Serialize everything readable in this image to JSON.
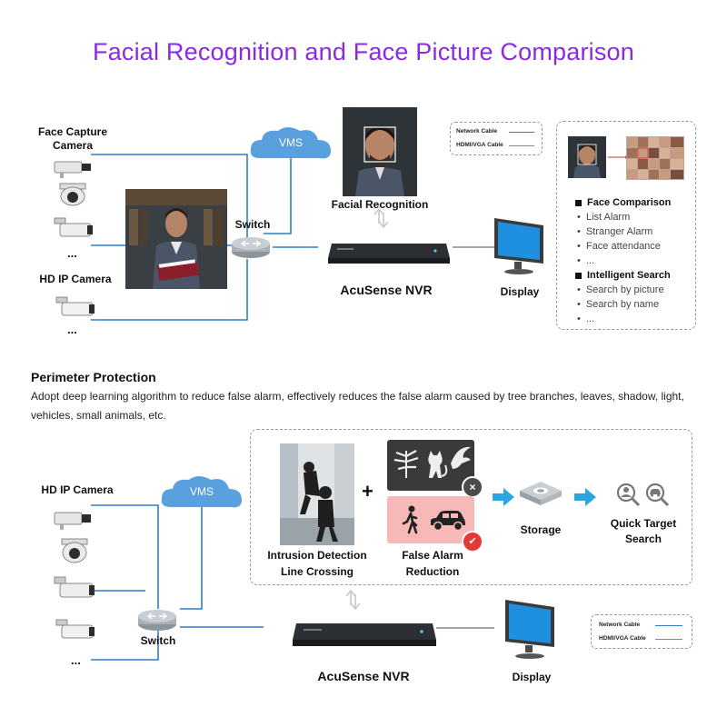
{
  "title": "Facial Recognition and Face Picture Comparison",
  "top": {
    "face_capture_camera": "Face Capture\nCamera",
    "hd_ip_camera": "HD IP Camera",
    "ellipsis": "...",
    "vms": "VMS",
    "switch": "Switch",
    "facial_recognition": "Facial Recognition",
    "nvr": "AcuSense NVR",
    "display": "Display",
    "legend": {
      "network_cable": "Network Cable",
      "hdmi_cable": "HDMI/VGA Cable"
    },
    "info": {
      "face_comparison": "Face Comparison",
      "face_items": [
        "List Alarm",
        "Stranger Alarm",
        "Face attendance",
        "..."
      ],
      "intelligent_search": "Intelligent Search",
      "search_items": [
        "Search by picture",
        "Search by name",
        "..."
      ]
    }
  },
  "perimeter": {
    "heading": "Perimeter Protection",
    "description": "Adopt deep learning algorithm to reduce false alarm, effectively reduces the false alarm caused by tree branches, leaves, shadow, light, vehicles, small animals, etc.",
    "hd_ip_camera": "HD IP Camera",
    "ellipsis": "...",
    "vms": "VMS",
    "switch": "Switch",
    "intrusion": "Intrusion Detection\nLine Crossing",
    "plus": "+",
    "false_alarm": "False Alarm\nReduction",
    "storage": "Storage",
    "quick_target": "Quick Target\nSearch",
    "nvr": "AcuSense NVR",
    "display": "Display",
    "legend": {
      "network_cable": "Network Cable",
      "hdmi_cable": "HDMI/VGA Cable"
    }
  },
  "colors": {
    "title": "#8a2be2",
    "network_cable": "#2f7fc7",
    "hdmi_cable": "#888888",
    "cloud": "#5aa0de",
    "arrow": "#2aa7e0",
    "alarm_pink": "#f7b9b7",
    "dark_panel": "#3a3a3a"
  },
  "icons": [
    "face-capture-camera-icon",
    "bullet-camera-icon",
    "dome-camera-icon",
    "cloud-icon",
    "switch-icon",
    "nvr-icon",
    "monitor-icon",
    "storage-icon",
    "search-person-icon",
    "search-car-icon",
    "close-icon",
    "check-icon",
    "walking-person-icon",
    "car-icon",
    "tree-icon",
    "cat-icon",
    "bird-icon"
  ]
}
